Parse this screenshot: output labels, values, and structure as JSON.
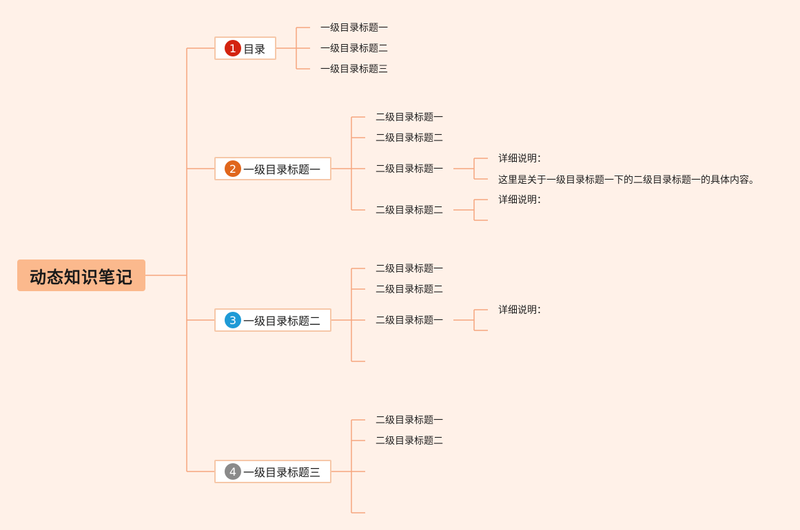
{
  "root": {
    "label": "动态知识笔记",
    "color": "#fbb98d"
  },
  "colors": {
    "line": "#f5a57e",
    "line_light": "#f8c6ab",
    "background": "#fff1e8"
  },
  "branches": [
    {
      "badge": "1",
      "badge_color": "#d3230f",
      "label": "目录",
      "children": [
        "一级目录标题一",
        "一级目录标题二",
        "一级目录标题三"
      ]
    },
    {
      "badge": "2",
      "badge_color": "#e0661c",
      "label": "一级目录标题一",
      "children": [
        {
          "label": "二级目录标题一"
        },
        {
          "label": "二级目录标题二"
        },
        {
          "label": "二级目录标题一",
          "details": [
            "详细说明：",
            "这里是关于一级目录标题一下的二级目录标题一的具体内容。"
          ]
        },
        {
          "label": "二级目录标题二",
          "details": [
            "详细说明：",
            ""
          ]
        }
      ]
    },
    {
      "badge": "3",
      "badge_color": "#1e9ad6",
      "label": "一级目录标题二",
      "children": [
        {
          "label": "二级目录标题一"
        },
        {
          "label": "二级目录标题二"
        },
        {
          "label": "二级目录标题一",
          "details": [
            "详细说明：",
            ""
          ]
        },
        {
          "label": ""
        }
      ]
    },
    {
      "badge": "4",
      "badge_color": "#8a8a8a",
      "label": "一级目录标题三",
      "children": [
        {
          "label": "二级目录标题一"
        },
        {
          "label": "二级目录标题二"
        },
        {
          "label": ""
        },
        {
          "label": ""
        }
      ]
    }
  ]
}
